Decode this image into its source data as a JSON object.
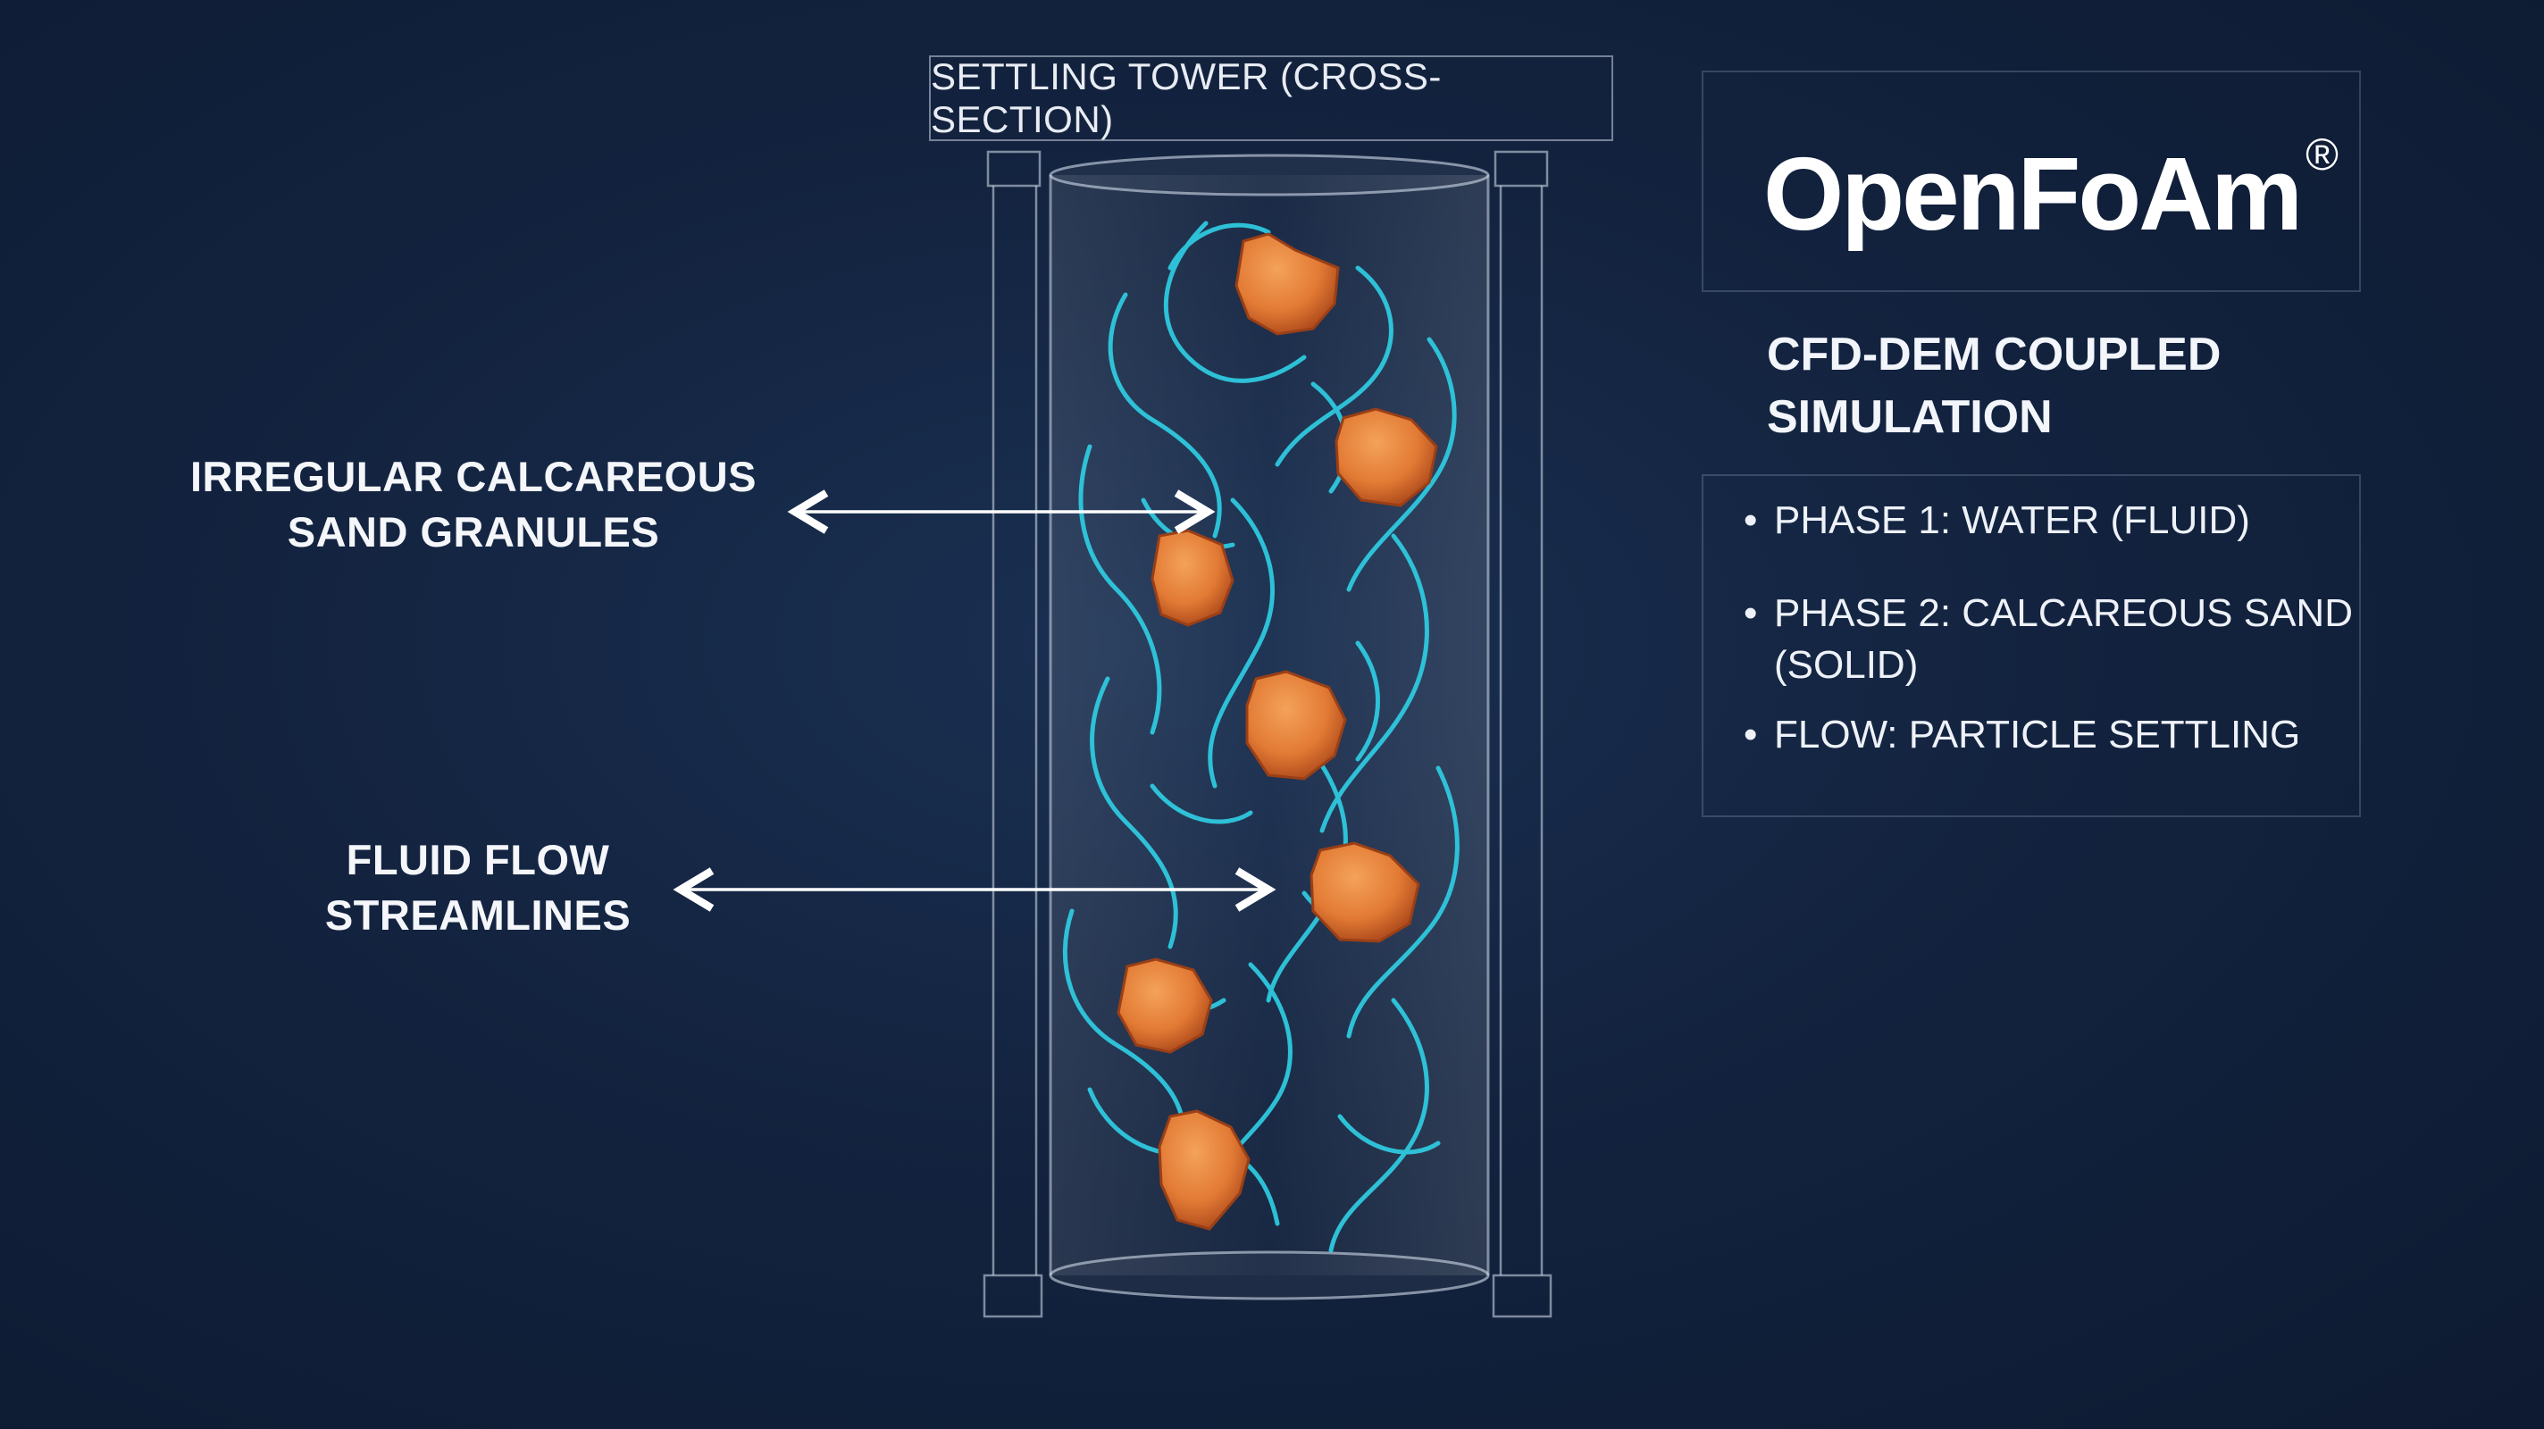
{
  "tower": {
    "title": "SETTLING TOWER (CROSS-SECTION)"
  },
  "callouts": {
    "granules": {
      "line1": "IRREGULAR CALCAREOUS",
      "line2": "SAND GRANULES"
    },
    "streamlines": {
      "line1": "FLUID FLOW",
      "line2": "STREAMLINES"
    }
  },
  "brand": {
    "name": "OpenFoAm",
    "mark": "®"
  },
  "simulation": {
    "title_line1": "CFD-DEM COUPLED",
    "title_line2": "SIMULATION",
    "bullet_char": "•",
    "bullets": [
      {
        "line1": "PHASE 1: WATER (FLUID)",
        "line2": ""
      },
      {
        "line1": "PHASE 2: CALCAREOUS SAND",
        "line2": "(SOLID)"
      },
      {
        "line1": "FLOW: PARTICLE SETTLING",
        "line2": ""
      }
    ]
  },
  "colors": {
    "background": "#13233f",
    "streamline": "#2fd0e6",
    "granule": "#e27a34",
    "granule_dark": "#a9461a",
    "frame": "#c8d2e1"
  }
}
